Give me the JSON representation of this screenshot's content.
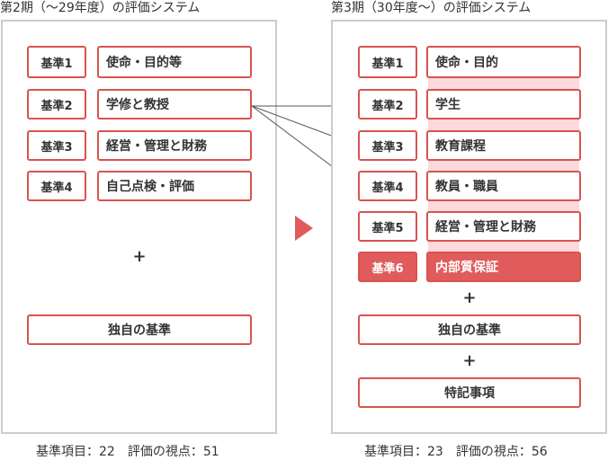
{
  "left": {
    "heading": "第2期（〜29年度）の評価システム",
    "criteria": [
      {
        "key": "基準1",
        "content": "使命・目的等"
      },
      {
        "key": "基準2",
        "content": "学修と教授"
      },
      {
        "key": "基準3",
        "content": "経営・管理と財務"
      },
      {
        "key": "基準4",
        "content": "自己点検・評価"
      }
    ],
    "plus": "+",
    "original": "独自の基準",
    "footer": "基準項目：22　評価の視点：51"
  },
  "right": {
    "heading": "第3期（30年度〜）の評価システム",
    "criteria": [
      {
        "key": "基準1",
        "content": "使命・目的"
      },
      {
        "key": "基準2",
        "content": "学生"
      },
      {
        "key": "基準3",
        "content": "教育課程"
      },
      {
        "key": "基準4",
        "content": "教員・職員"
      },
      {
        "key": "基準5",
        "content": "経営・管理と財務"
      },
      {
        "key": "基準6",
        "content": "内部質保証"
      }
    ],
    "plus1": "+",
    "original": "独自の基準",
    "plus2": "+",
    "special": "特記事項",
    "footer": "基準項目：23　評価の視点：56"
  },
  "colors": {
    "accent": "#d9534f",
    "accent_fill": "#e05c5c",
    "pink_band": "#fbd9dc",
    "panel_border": "#cccccc"
  }
}
